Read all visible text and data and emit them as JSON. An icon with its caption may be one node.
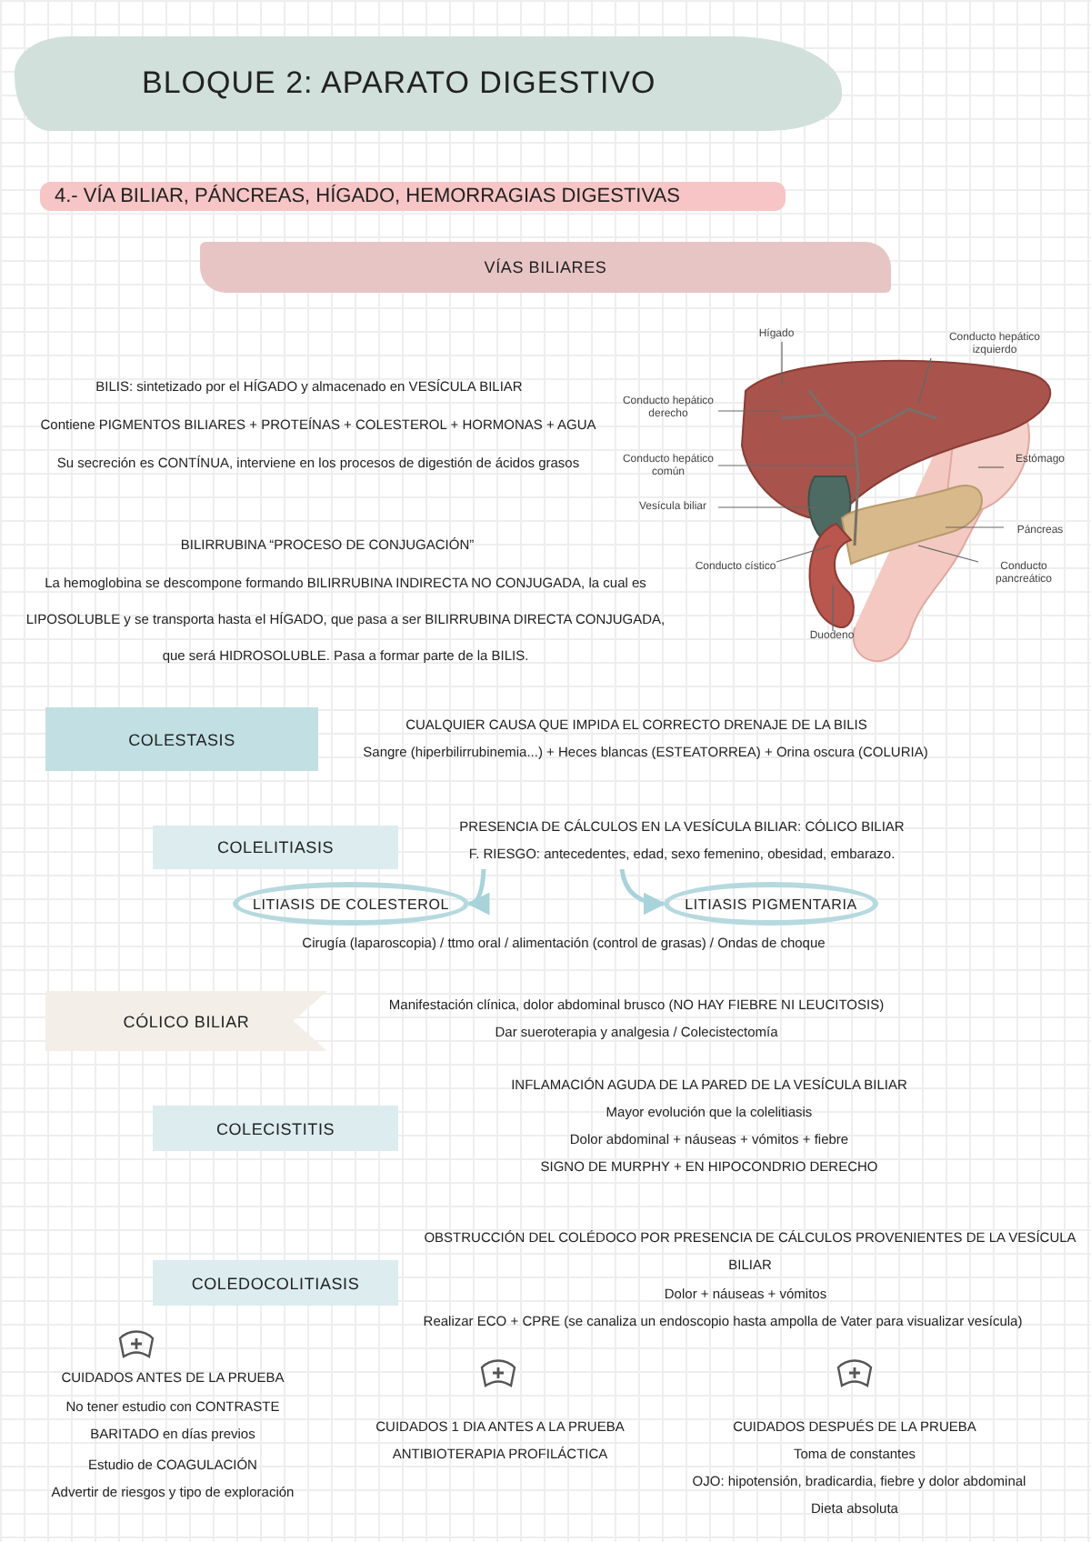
{
  "diagram": {
    "title": "BLOQUE 2: APARATO DIGESTIVO",
    "nodes": [
      {
        "text": [
          "VÍAS BILIARES"
        ]
      },
      {
        "text": [
          "COLESTASIS"
        ]
      },
      {
        "text": [
          "COLELITIASIS"
        ]
      },
      {
        "text": [
          "LITIASIS DE COLESTEROL"
        ]
      },
      {
        "text": [
          "LITIASIS PIGMENTARIA"
        ]
      },
      {
        "text": [
          "CÓLICO BILIAR"
        ]
      },
      {
        "text": [
          "COLECISTITIS"
        ]
      },
      {
        "text": [
          "COLEDOCOLITIASIS"
        ]
      },
      {
        "text": [
          "Hígado"
        ]
      },
      {
        "text": [
          "Conducto hepático izquierdo"
        ]
      },
      {
        "text": [
          "Conducto hepático derecho"
        ]
      },
      {
        "text": [
          "Estómago"
        ]
      },
      {
        "text": [
          "Conducto hepático común"
        ]
      },
      {
        "text": [
          "Vesícula biliar"
        ]
      },
      {
        "text": [
          "Páncreas"
        ]
      },
      {
        "text": [
          "Conducto cístico"
        ]
      },
      {
        "text": [
          "Conducto pancreático"
        ]
      },
      {
        "text": [
          "Duodeno"
        ]
      },
      {
        "text": [
          "PRESENCIA DE CÁLCULOS EN LA VESÍCULA BILIAR: CÓLICO BILIAR",
          "F. RIESGO: antecedentes, edad, sexo femenino, obesidad, embarazo."
        ]
      }
    ],
    "edges": [
      {
        "from": 8,
        "to": null,
        "arrow": "none"
      },
      {
        "from": 9,
        "to": null,
        "arrow": "none"
      },
      {
        "from": 10,
        "to": null,
        "arrow": "none"
      },
      {
        "from": 11,
        "to": null,
        "arrow": "none"
      },
      {
        "from": 12,
        "to": null,
        "arrow": "none"
      },
      {
        "from": 13,
        "to": null,
        "arrow": "none"
      },
      {
        "from": 14,
        "to": null,
        "arrow": "none"
      },
      {
        "from": 15,
        "to": null,
        "arrow": "none"
      },
      {
        "from": 16,
        "to": null,
        "arrow": "none"
      },
      {
        "from": 17,
        "to": null,
        "arrow": "none"
      },
      {
        "from": 18,
        "to": 3,
        "arrow": "to",
        "style": "thick",
        "color": "#a9d3da"
      },
      {
        "from": 18,
        "to": 4,
        "arrow": "to",
        "style": "thick",
        "color": "#a9d3da"
      }
    ],
    "labels": [
      "4.- VÍA BILIAR, PÁNCREAS, HÍGADO, HEMORRAGIAS DIGESTIVAS",
      "BILIS: sintetizado por el HÍGADO y almacenado en VESÍCULA BILIAR",
      "Contiene PIGMENTOS BILIARES + PROTEÍNAS + COLESTEROL + HORMONAS + AGUA",
      "Su secreción es CONTÍNUA, interviene en los procesos de digestión de ácidos grasos",
      "BILIRRUBINA “PROCESO DE CONJUGACIÓN”",
      "La hemoglobina se descompone formando BILIRRUBINA INDIRECTA NO CONJUGADA, la cual es LIPOSOLUBLE y se transporta hasta el HÍGADO, que pasa a ser BILIRRUBINA DIRECTA CONJUGADA, que será HIDROSOLUBLE. Pasa a formar parte de la BILIS.",
      "CUALQUIER CAUSA QUE IMPIDA EL CORRECTO DRENAJE DE LA BILIS",
      "Sangre (hiperbilirrubinemia...) + Heces blancas (ESTEATORREA) + Orina oscura (COLURIA)",
      "Cirugía (laparoscopia) / ttmo oral / alimentación (control de grasas) / Ondas de choque",
      "Manifestación clínica, dolor abdominal brusco (NO HAY FIEBRE NI LEUCITOSIS)",
      "Dar sueroterapia y analgesia / Colecistectomía",
      "INFLAMACIÓN AGUDA DE LA PARED DE LA VESÍCULA BILIAR",
      "Mayor evolución que la colelitiasis",
      "Dolor abdominal + náuseas + vómitos + fiebre",
      "SIGNO DE MURPHY + EN HIPOCONDRIO DERECHO",
      "OBSTRUCCIÓN DEL COLÉDOCO POR PRESENCIA DE CÁLCULOS PROVENIENTES DE LA VESÍCULA BILIAR",
      "Dolor + náuseas + vómitos",
      "Realizar ECO + CPRE (se canaliza un endoscopio hasta ampolla de Vater para visualizar vesícula)",
      "CUIDADOS ANTES DE LA PRUEBA",
      "No tener estudio con CONTRASTE BARITADO en días previos",
      "Estudio de COAGULACIÓN",
      "Advertir de riesgos y tipo de exploración",
      "CUIDADOS 1 DIA ANTES A LA PRUEBA",
      "ANTIBIOTERAPIA PROFILÁCTICA",
      "CUIDADOS DESPUÉS DE LA PRUEBA",
      "Toma de constantes",
      "OJO: hipotensión, bradicardia, fiebre y dolor abdominal",
      "Dieta absoluta"
    ]
  }
}
